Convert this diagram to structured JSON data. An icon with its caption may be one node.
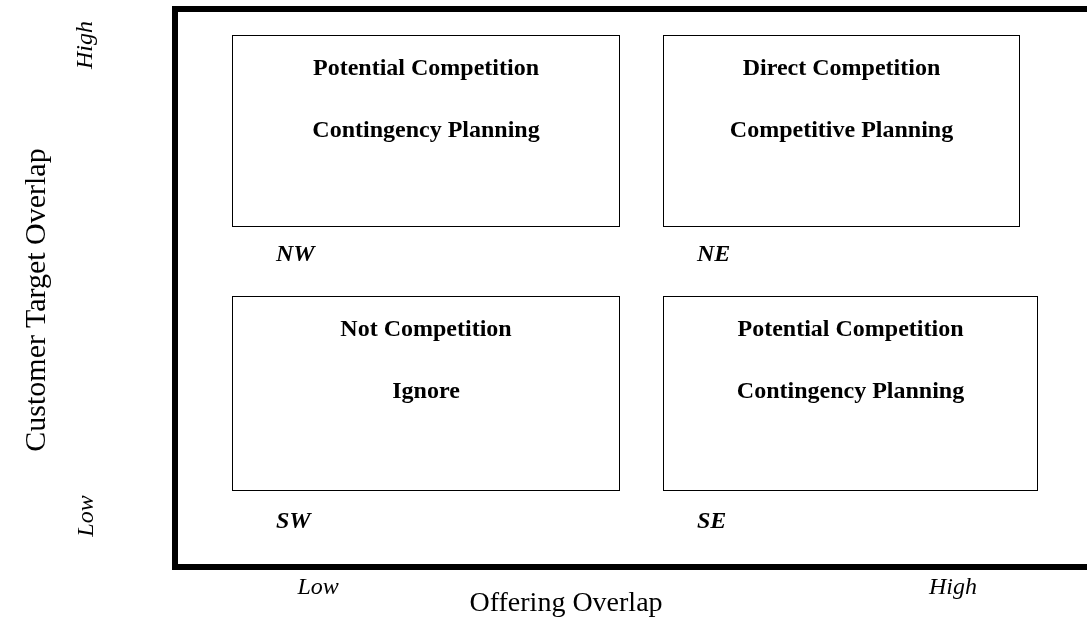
{
  "diagram": {
    "nodes": [
      {
        "text": [
          "Potential Competition",
          "Contingency Planning"
        ]
      },
      {
        "text": [
          "Direct Competition",
          "Competitive Planning"
        ]
      },
      {
        "text": [
          "Not Competition",
          "Ignore"
        ]
      },
      {
        "text": [
          "Potential Competition",
          "Contingency Planning"
        ]
      }
    ],
    "labels": [
      "High",
      "Low",
      "Customer Target Overlap",
      "NW",
      "NE",
      "SW",
      "SE",
      "Low",
      "High",
      "Offering Overlap"
    ]
  }
}
